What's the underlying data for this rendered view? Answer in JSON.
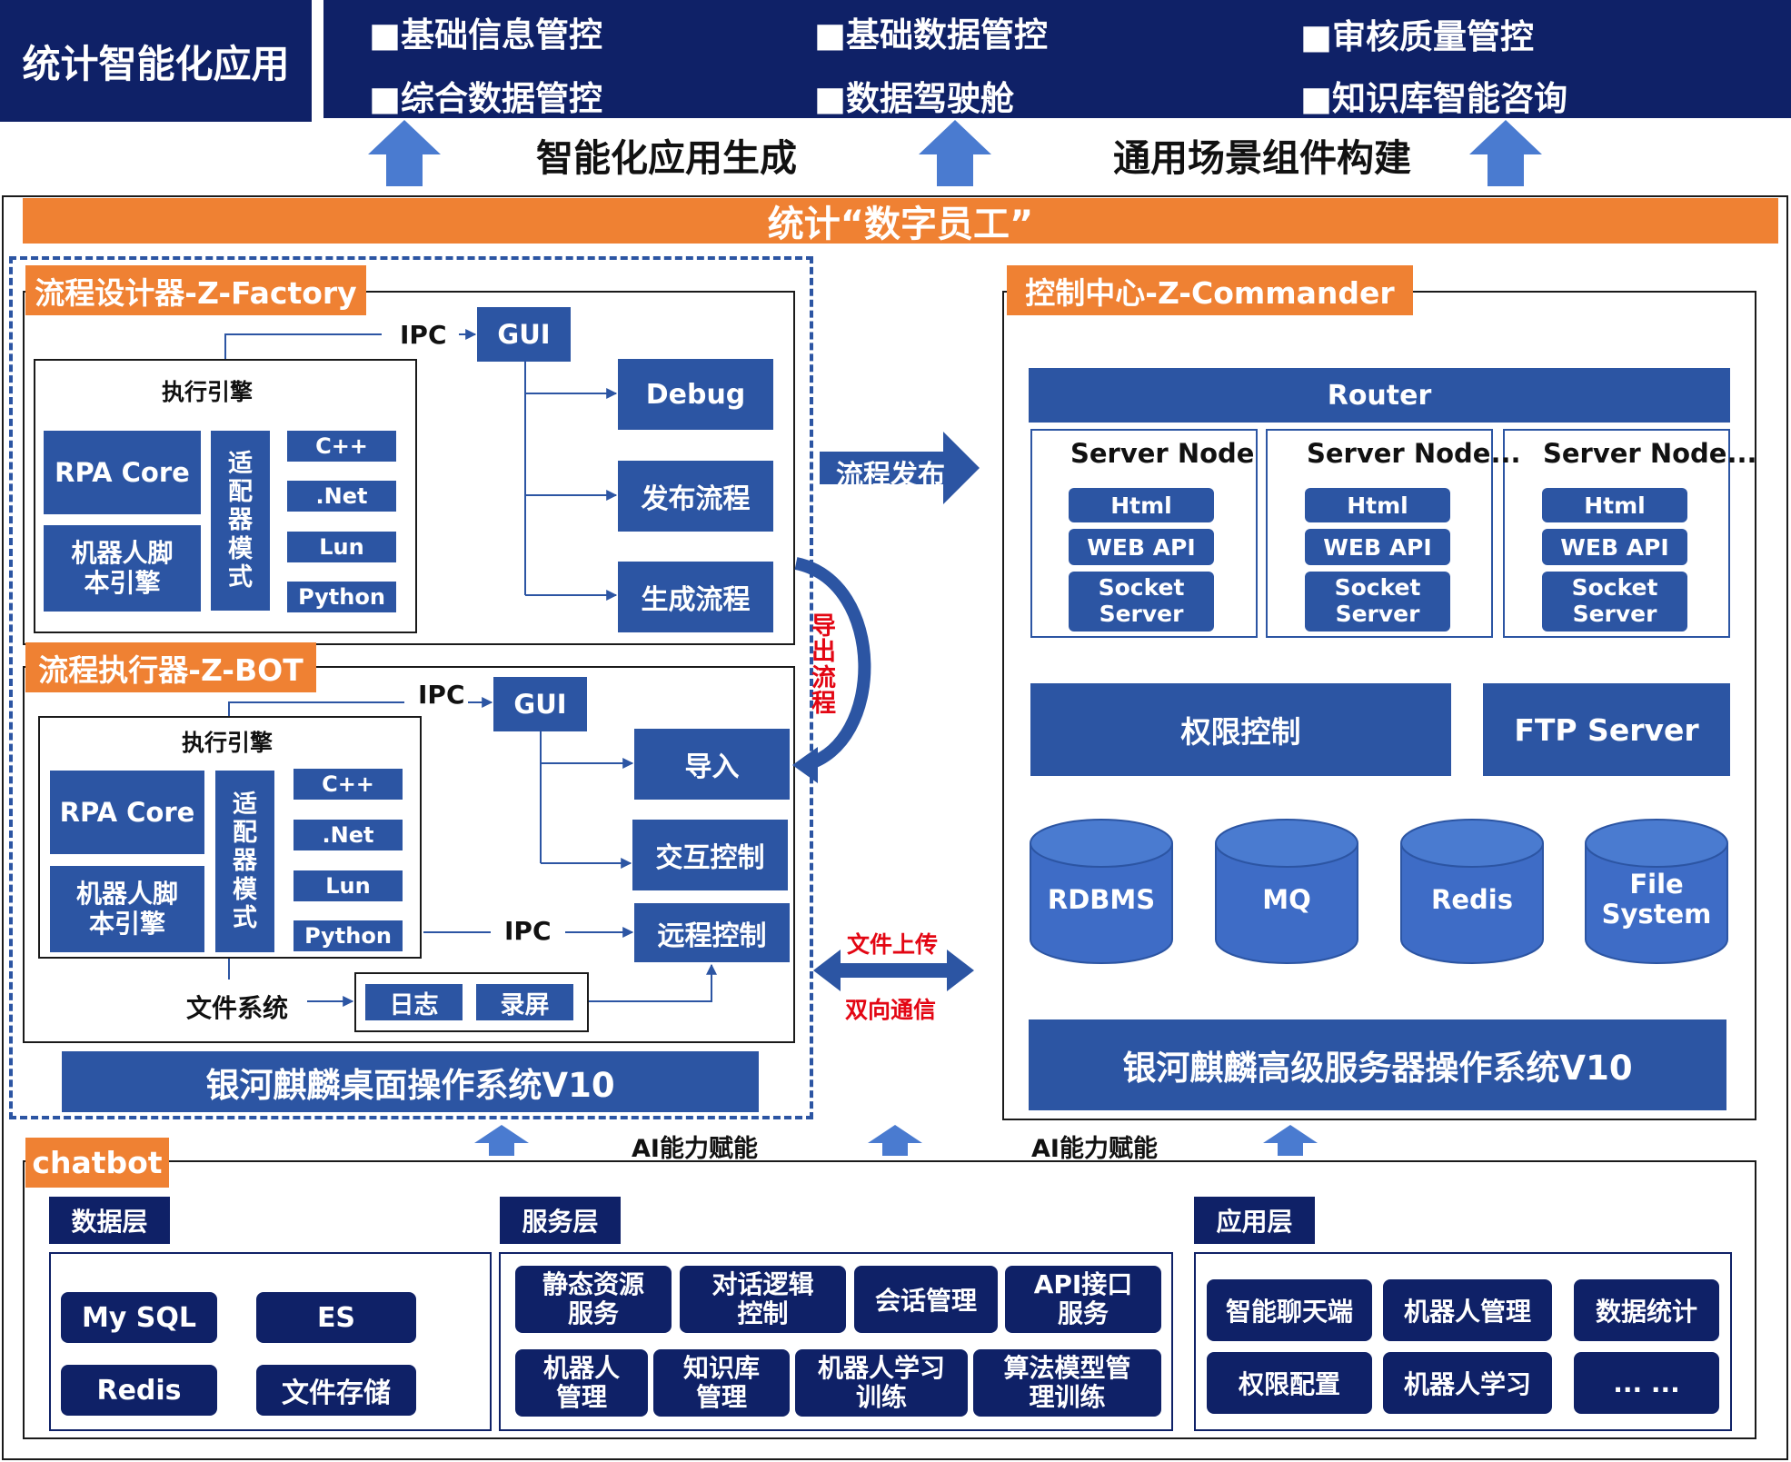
{
  "top": {
    "title": "统计智能化应用",
    "items_row1": [
      "■基础信息管控",
      "■基础数据管控",
      "■审核质量管控"
    ],
    "items_row2": [
      "■综合数据管控",
      "■数据驾驶舱",
      "■知识库智能咨询"
    ],
    "label_left": "智能化应用生成",
    "label_right": "通用场景组件构建"
  },
  "banner": "统计“数字员工”",
  "factory": {
    "title": "流程设计器-Z-Factory",
    "ipc": "IPC",
    "gui": "GUI",
    "engine_title": "执行引擎",
    "rpa_core": "RPA Core",
    "robot_engine": "机器人脚\n本引擎",
    "adapter": "适\n配\n器\n模\n式",
    "langs": [
      "C++",
      ".Net",
      "Lun",
      "Python"
    ],
    "actions": [
      "Debug",
      "发布流程",
      "生成流程"
    ]
  },
  "bot": {
    "title": "流程执行器-Z-BOT",
    "ipc": "IPC",
    "ipc2": "IPC",
    "gui": "GUI",
    "engine_title": "执行引擎",
    "rpa_core": "RPA Core",
    "robot_engine": "机器人脚\n本引擎",
    "adapter": "适\n配\n器\n模\n式",
    "langs": [
      "C++",
      ".Net",
      "Lun",
      "Python"
    ],
    "actions": [
      "导入",
      "交互控制",
      "远程控制"
    ],
    "fs_label": "文件系统",
    "log": "日志",
    "record": "录屏"
  },
  "desktop_os": "银河麒麟桌面操作系统V10",
  "middle": {
    "publish": "流程发布",
    "export": "导\n出\n流\n程",
    "upload": "文件上传",
    "duplex": "双向通信"
  },
  "commander": {
    "title": "控制中心-Z-Commander",
    "router": "Router",
    "nodes": [
      {
        "title": "Server Node",
        "items": [
          "Html",
          "WEB API",
          "Socket\nServer"
        ]
      },
      {
        "title": "Server Node...",
        "items": [
          "Html",
          "WEB API",
          "Socket\nServer"
        ]
      },
      {
        "title": "Server Node...",
        "items": [
          "Html",
          "WEB API",
          "Socket\nServer"
        ]
      }
    ],
    "permission": "权限控制",
    "ftp": "FTP Server",
    "stores": [
      "RDBMS",
      "MQ",
      "Redis",
      "File\nSystem"
    ],
    "server_os": "银河麒麟高级服务器操作系统V10"
  },
  "ai_labels": [
    "AI能力赋能",
    "AI能力赋能"
  ],
  "chatbot": {
    "title": "chatbot",
    "data_layer": {
      "title": "数据层",
      "items": [
        "My SQL",
        "ES",
        "Redis",
        "文件存储"
      ]
    },
    "service_layer": {
      "title": "服务层",
      "row1": [
        "静态资源\n服务",
        "对话逻辑\n控制",
        "会话管理",
        "API接口\n服务"
      ],
      "row2": [
        "机器人\n管理",
        "知识库\n管理",
        "机器人学习\n训练",
        "算法模型管\n理训练"
      ]
    },
    "app_layer": {
      "title": "应用层",
      "row1": [
        "智能聊天端",
        "机器人管理",
        "数据统计"
      ],
      "row2": [
        "权限配置",
        "机器人学习",
        "... ..."
      ]
    }
  },
  "colors": {
    "navy": "#0f2167",
    "mid_blue": "#2c55a3",
    "orange": "#ef8133",
    "arrow_blue": "#4a7bd0",
    "red": "#e30613"
  }
}
